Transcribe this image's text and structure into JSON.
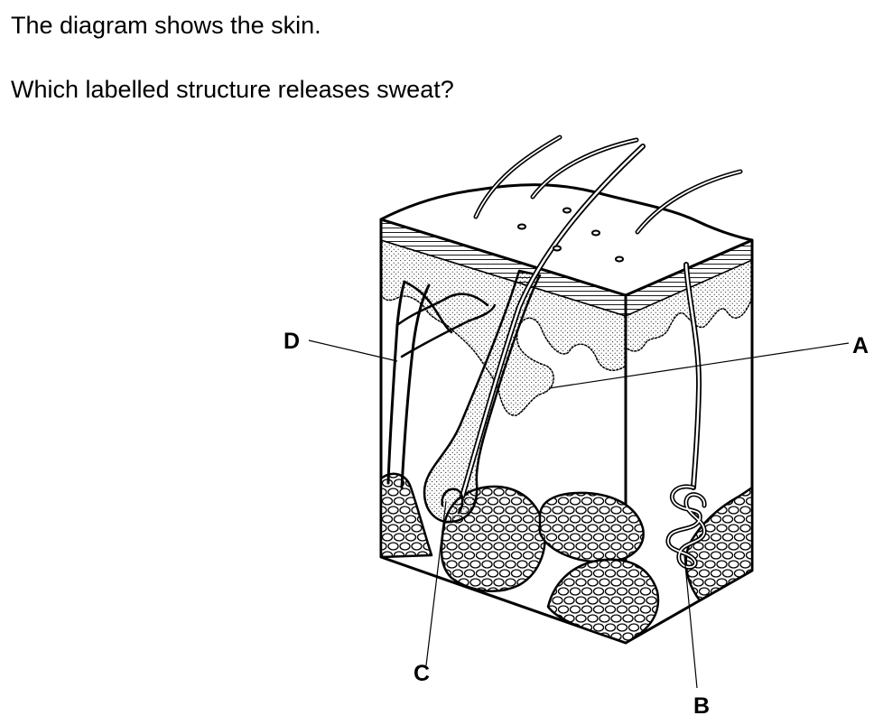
{
  "question": {
    "line1": "The diagram shows the skin.",
    "line2": "Which labelled structure releases sweat?"
  },
  "labels": {
    "A": "A",
    "B": "B",
    "C": "C",
    "D": "D"
  }
}
